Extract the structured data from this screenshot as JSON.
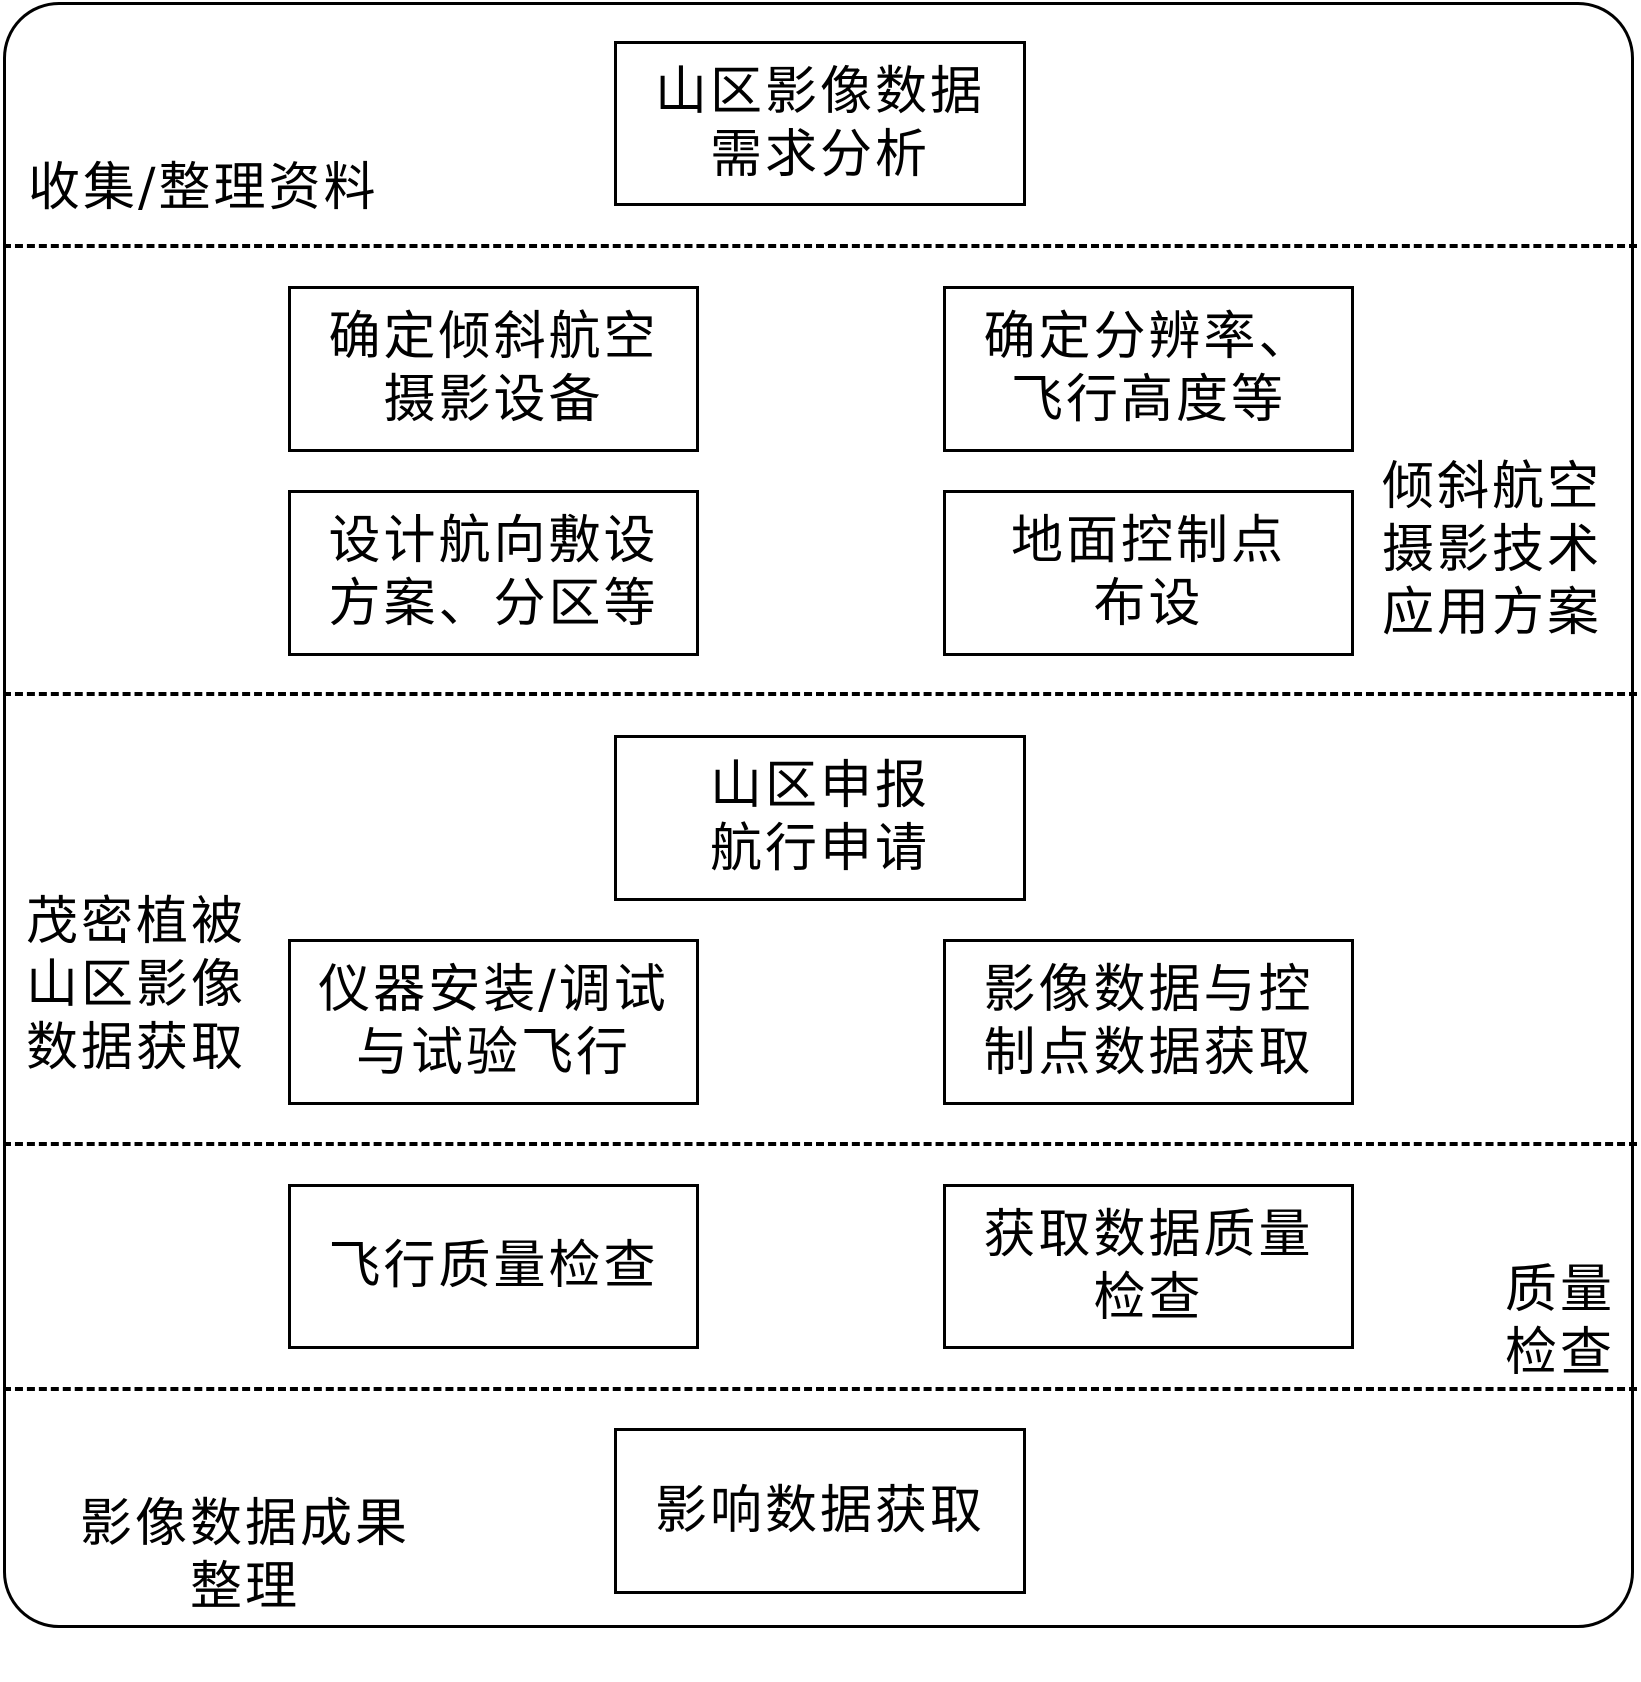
{
  "sections": {
    "collect": {
      "stage_label": "收集/整理资料",
      "boxes": [
        {
          "text": "山区影像数据\n需求分析"
        }
      ]
    },
    "plan": {
      "stage_label": "倾斜航空\n摄影技术\n应用方案",
      "boxes": [
        {
          "text": "确定倾斜航空\n摄影设备"
        },
        {
          "text": "确定分辨率、\n飞行高度等"
        },
        {
          "text": "设计航向敷设\n方案、分区等"
        },
        {
          "text": "地面控制点\n布设"
        }
      ]
    },
    "acquire": {
      "stage_label": "茂密植被\n山区影像\n数据获取",
      "boxes": [
        {
          "text": "山区申报\n航行申请"
        },
        {
          "text": "仪器安装/调试\n与试验飞行"
        },
        {
          "text": "影像数据与控\n制点数据获取"
        }
      ]
    },
    "quality": {
      "stage_label": "质量\n检查",
      "boxes": [
        {
          "text": "飞行质量检查"
        },
        {
          "text": "获取数据质量\n检查"
        }
      ]
    },
    "result": {
      "stage_label": "影像数据成果\n整理",
      "boxes": [
        {
          "text": "影响数据获取"
        }
      ]
    }
  }
}
